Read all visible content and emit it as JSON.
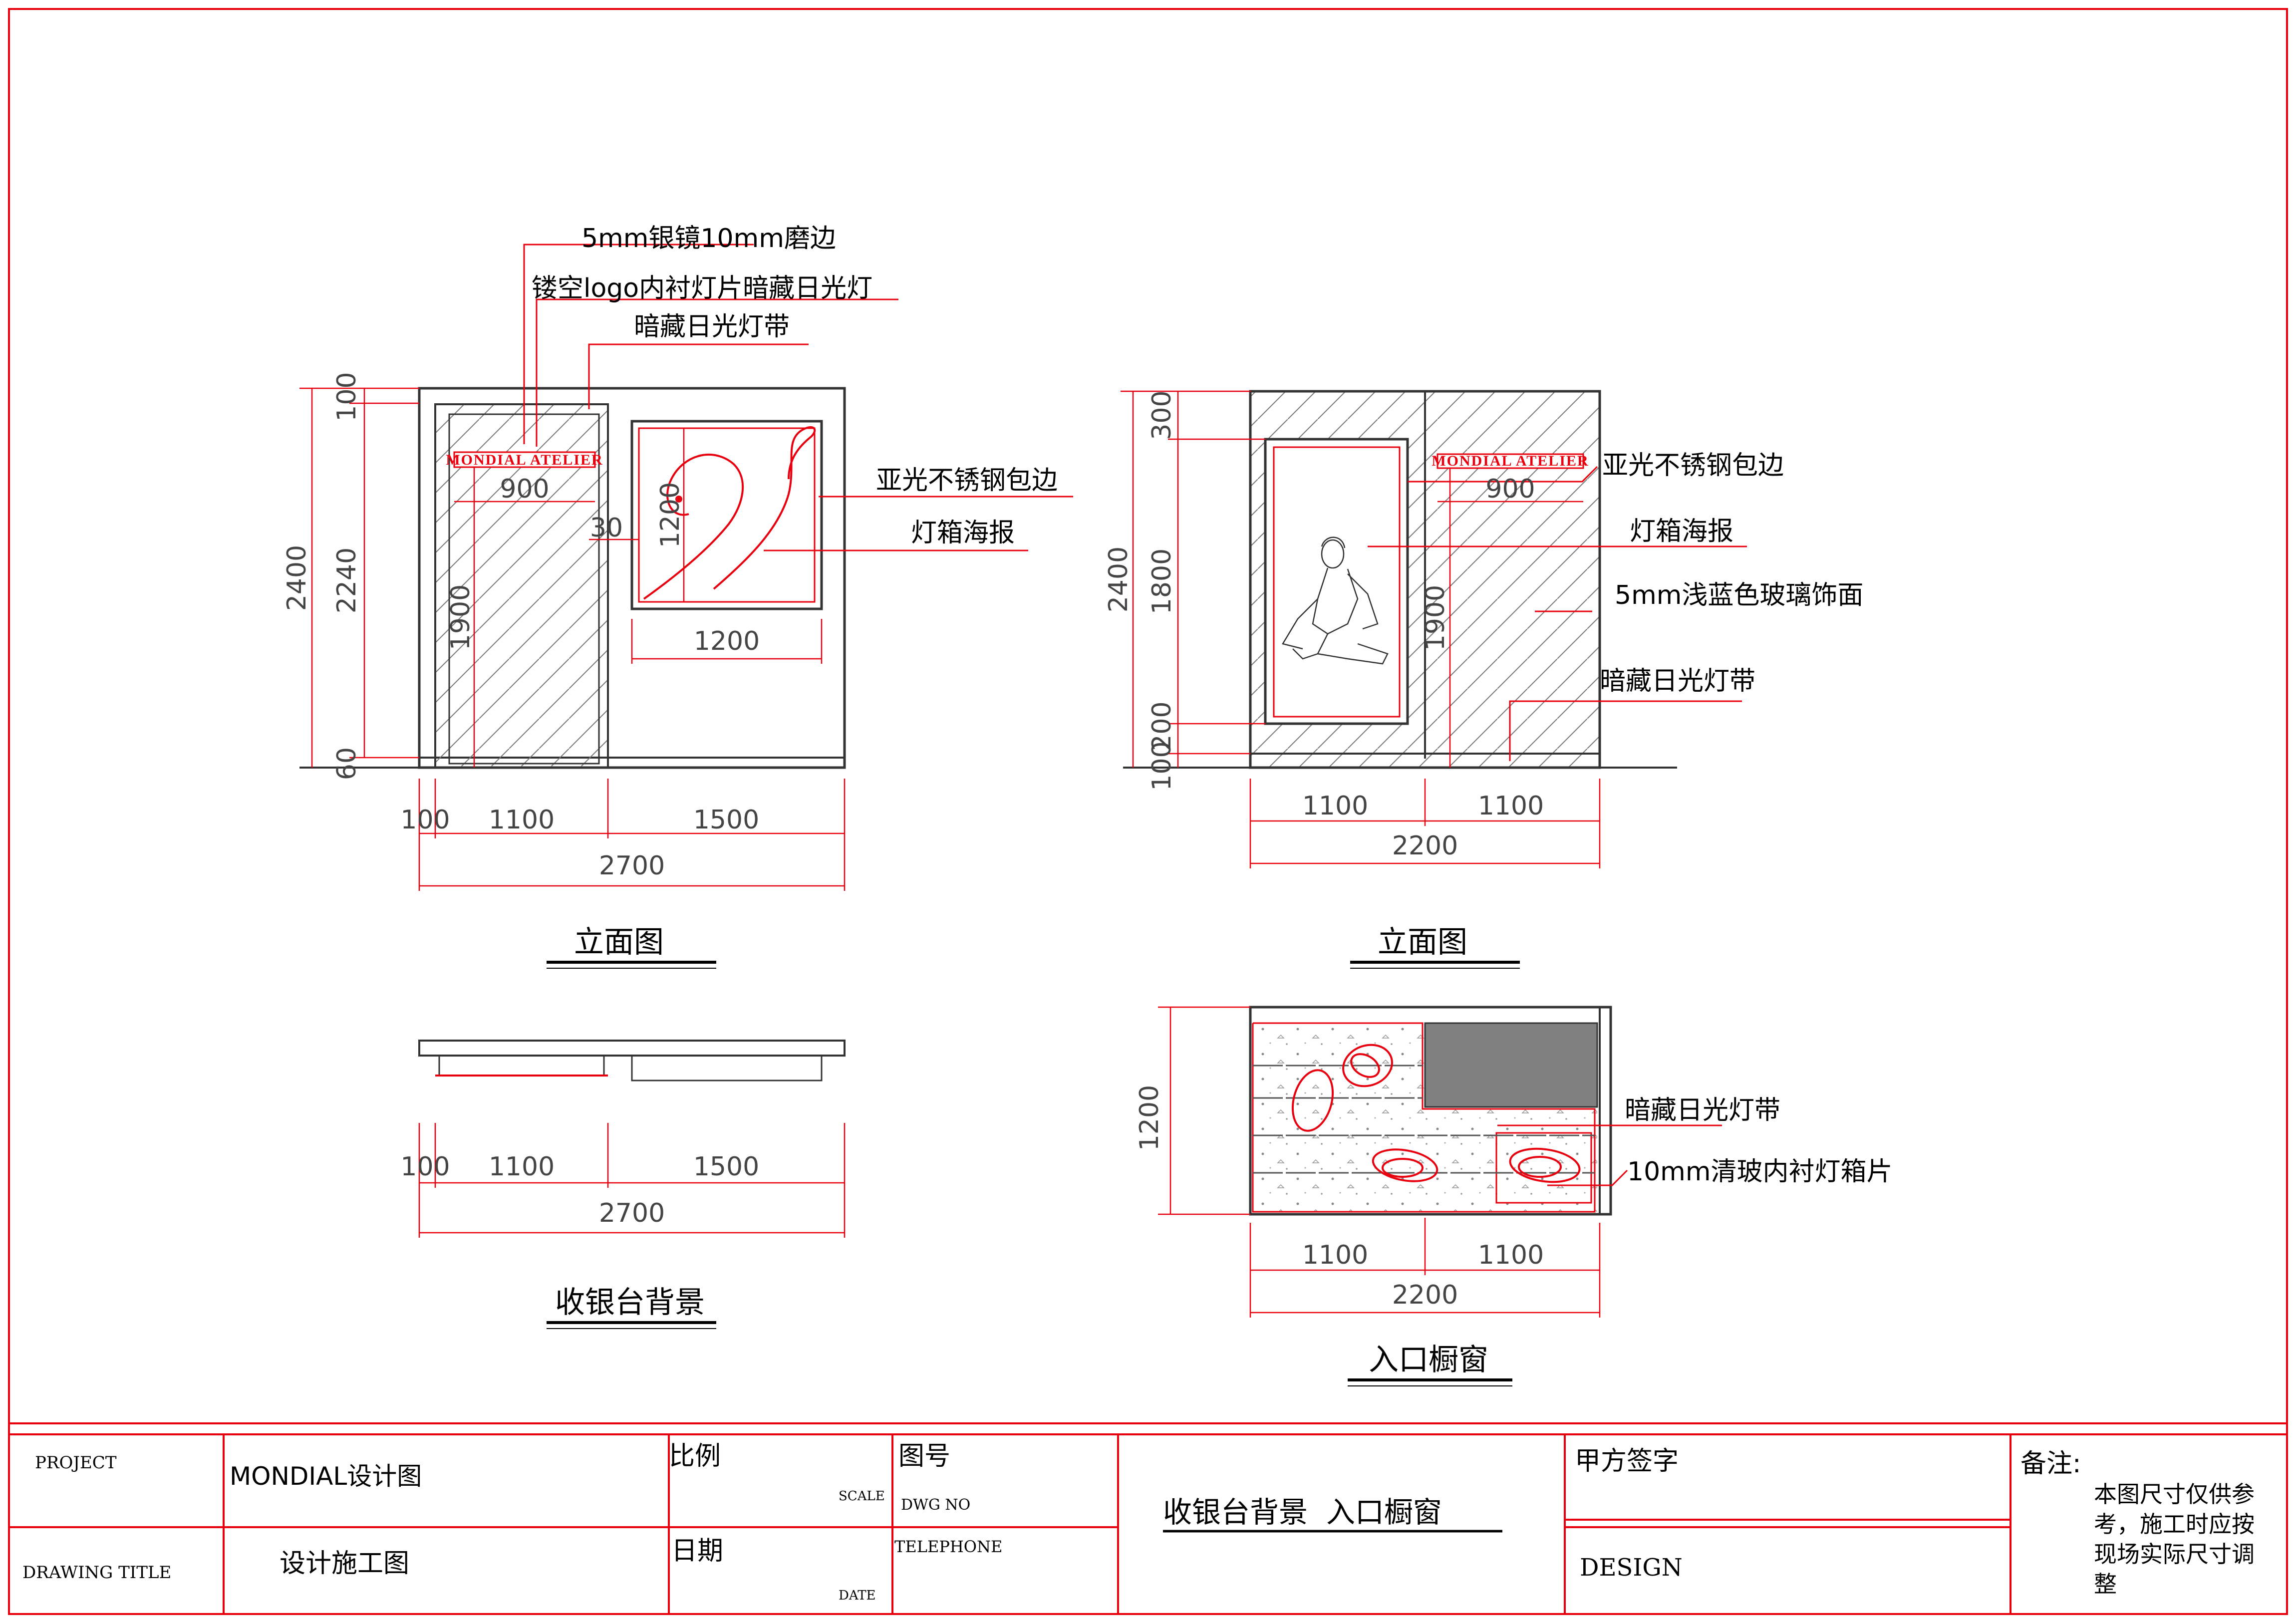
{
  "colors": {
    "cad_red": "#e8000e",
    "line": "#333333",
    "hatch": "#888888"
  },
  "left_elevation": {
    "labels": [
      "5mm银镜10mm磨边",
      "镂空logo内衬灯片暗藏日光灯",
      "暗藏日光灯带",
      "亚光不锈钢包边",
      "灯箱海报"
    ],
    "logo_text": "MONDIAL ATELIER",
    "dims_vertical": [
      "2400",
      "2240",
      "100",
      "60",
      "1900",
      "1200",
      "30"
    ],
    "dims_inner": [
      "900",
      "1200"
    ],
    "dims_bottom": [
      "100",
      "1100",
      "1500",
      "2700"
    ],
    "title": "立面图"
  },
  "right_elevation": {
    "labels": [
      "亚光不锈钢包边",
      "灯箱海报",
      "5mm浅蓝色玻璃饰面",
      "暗藏日光灯带"
    ],
    "logo_text": "MONDIAL ATELIER",
    "dims_vertical": [
      "2400",
      "300",
      "1800",
      "200",
      "100",
      "1900"
    ],
    "dims_inner": [
      "900"
    ],
    "dims_bottom": [
      "1100",
      "1100",
      "2200"
    ],
    "title": "立面图"
  },
  "left_plan": {
    "dims_bottom": [
      "100",
      "1100",
      "1500",
      "2700"
    ],
    "title": "收银台背景"
  },
  "right_plan": {
    "labels": [
      "暗藏日光灯带",
      "10mm清玻内衬灯箱片"
    ],
    "dims_vertical": [
      "1200"
    ],
    "dims_bottom": [
      "1100",
      "1100",
      "2200"
    ],
    "title": "入口橱窗"
  },
  "title_block": {
    "project_label": "PROJECT",
    "project_value": "MONDIAL设计图",
    "drawing_title_label": "DRAWING TITLE",
    "drawing_title_value": "设计施工图",
    "scale_label_cn": "比例",
    "scale_label_en": "SCALE",
    "dwg_label_cn": "图号",
    "dwg_label_en": "DWG NO",
    "date_label_cn": "日期",
    "date_label_en": "DATE",
    "telephone_label": "TELEPHONE",
    "sheet_title": "收银台背景  入口橱窗",
    "client_sign_label": "甲方签字",
    "design_label": "DESIGN",
    "remarks_label": "备注:",
    "remarks_lines": [
      "本图尺寸仅供参",
      "考，施工时应按",
      "现场实际尺寸调",
      "整"
    ]
  }
}
